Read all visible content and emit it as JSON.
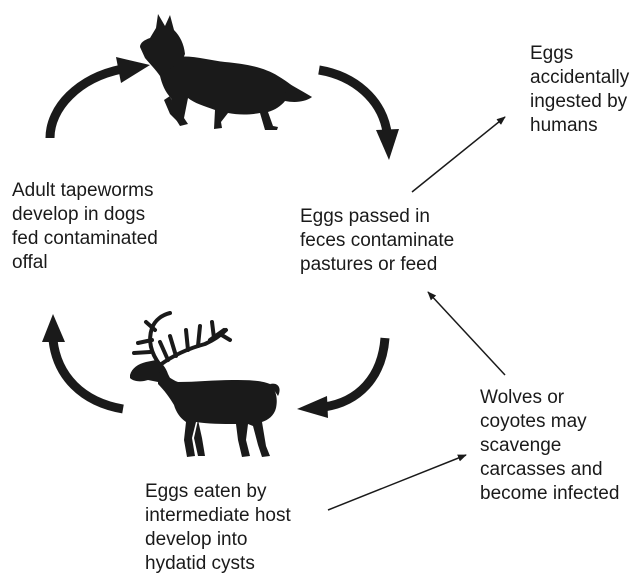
{
  "diagram": {
    "colors": {
      "ink": "#1a1a1a",
      "background": "#ffffff"
    },
    "icons": {
      "dog": "dog-silhouette-icon",
      "elk": "elk-silhouette-icon"
    },
    "labels": {
      "adult_tapeworms": [
        "Adult tapeworms",
        "develop in dogs",
        "fed contaminated",
        "offal"
      ],
      "eggs_passed": [
        "Eggs passed in",
        "feces contaminate",
        "pastures or feed"
      ],
      "eggs_humans": [
        "Eggs",
        "accidentally",
        "ingested by",
        "humans"
      ],
      "wolves_coyotes": [
        "Wolves or",
        "coyotes may",
        "scavenge",
        "carcasses and",
        "become infected"
      ],
      "eggs_eaten": [
        "Eggs eaten by",
        "intermediate host",
        "develop into",
        "hydatid cysts"
      ]
    }
  }
}
